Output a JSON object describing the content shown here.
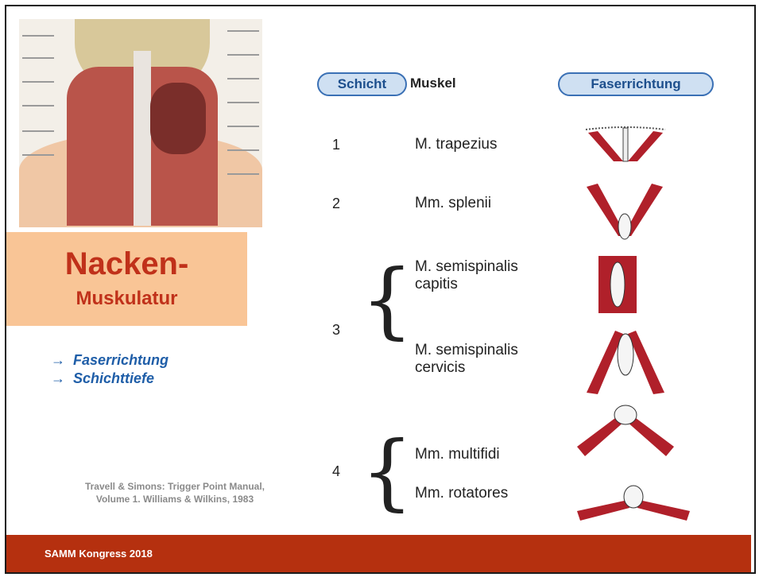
{
  "slide": {
    "title_line1": "Nacken-",
    "title_line2": "Muskulatur",
    "bullets": [
      "Faserrichtung",
      "Schichttiefe"
    ],
    "bullet_arrow": "→",
    "reference_line1": "Travell & Simons: Trigger Point Manual,",
    "reference_line2": "Volume 1. Williams & Wilkins, 1983",
    "footer": "SAMM Kongress 2018"
  },
  "table": {
    "header_layer": "Schicht",
    "header_muscle": "Muskel",
    "header_fiber": "Faserrichtung",
    "rows": [
      {
        "layer": "1",
        "muscle": "M. trapezius"
      },
      {
        "layer": "2",
        "muscle": "Mm. splenii"
      },
      {
        "layer": "3",
        "muscle_a_line1": "M. semispinalis",
        "muscle_a_line2": "capitis",
        "muscle_b_line1": "M. semispinalis",
        "muscle_b_line2": "cervicis"
      },
      {
        "layer": "4",
        "muscle_a": "Mm. multifidi",
        "muscle_b": "Mm. rotatores"
      }
    ]
  },
  "colors": {
    "title_text": "#c0311a",
    "title_box": "#f9c596",
    "bullet_text": "#1f5ea8",
    "footer_bg": "#b5300f",
    "pill_bg": "#cfe0f2",
    "pill_border": "#3a70b5",
    "fiber_red": "#b0202a"
  }
}
